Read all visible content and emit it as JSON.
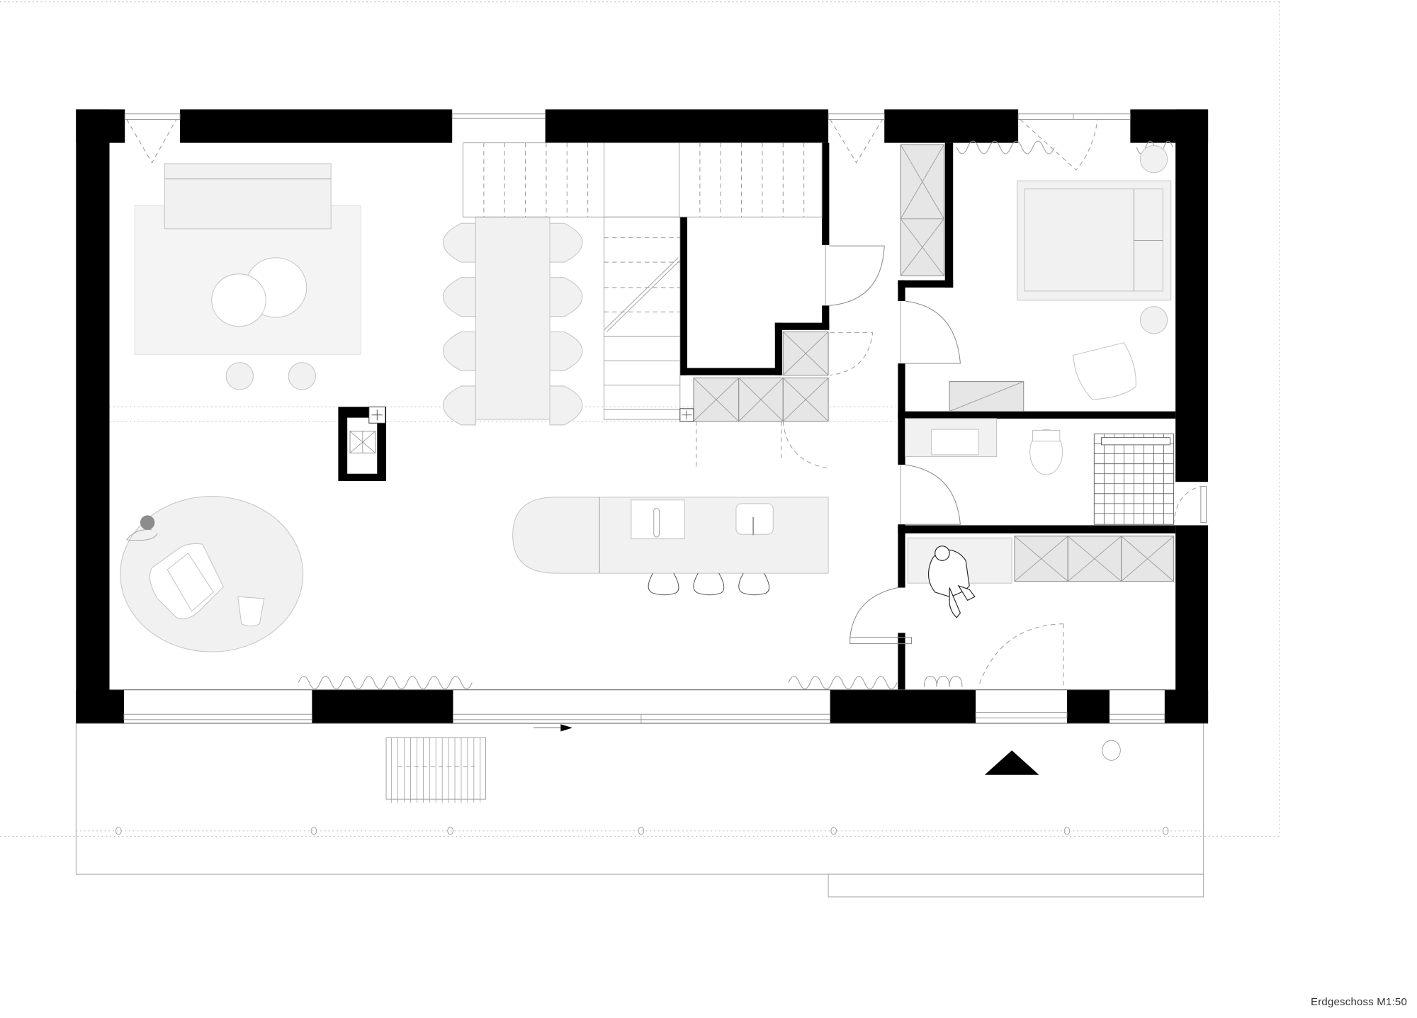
{
  "drawing": {
    "title": "Erdgeschoss M1:50",
    "floor_name": "Erdgeschoss",
    "scale": "M1:50",
    "type": "architectural floor plan"
  },
  "colors": {
    "wall": "#000000",
    "furniture_fill": "#f1f1f1",
    "furniture_stroke": "#c4c4c4",
    "rug_fill": "#f4f4f4",
    "cabinet_fill": "#e6e6e6",
    "background": "#ffffff",
    "lamp_accent": "#8c8c8c"
  },
  "rooms": [
    {
      "id": "living",
      "label": "living area with sofa, rug and coffee tables"
    },
    {
      "id": "dining",
      "label": "dining table with 8 chairs"
    },
    {
      "id": "stair",
      "label": "staircase"
    },
    {
      "id": "kitchen",
      "label": "kitchen island with cooktop, sink and 3 stools"
    },
    {
      "id": "lounge",
      "label": "round rug with armchair and side table"
    },
    {
      "id": "bedroom",
      "label": "bedroom with bed, wardrobe and armchair"
    },
    {
      "id": "bathroom",
      "label": "bathroom with washbasin, toilet and tiled shower"
    },
    {
      "id": "entry",
      "label": "entry / utility with bench and cabinets"
    },
    {
      "id": "terrace",
      "label": "terrace with lounger"
    }
  ],
  "symbols": {
    "north_arrow": "north-arrow-triangle",
    "sliding_direction": "arrow-right",
    "chimney": "stove-chimney"
  }
}
